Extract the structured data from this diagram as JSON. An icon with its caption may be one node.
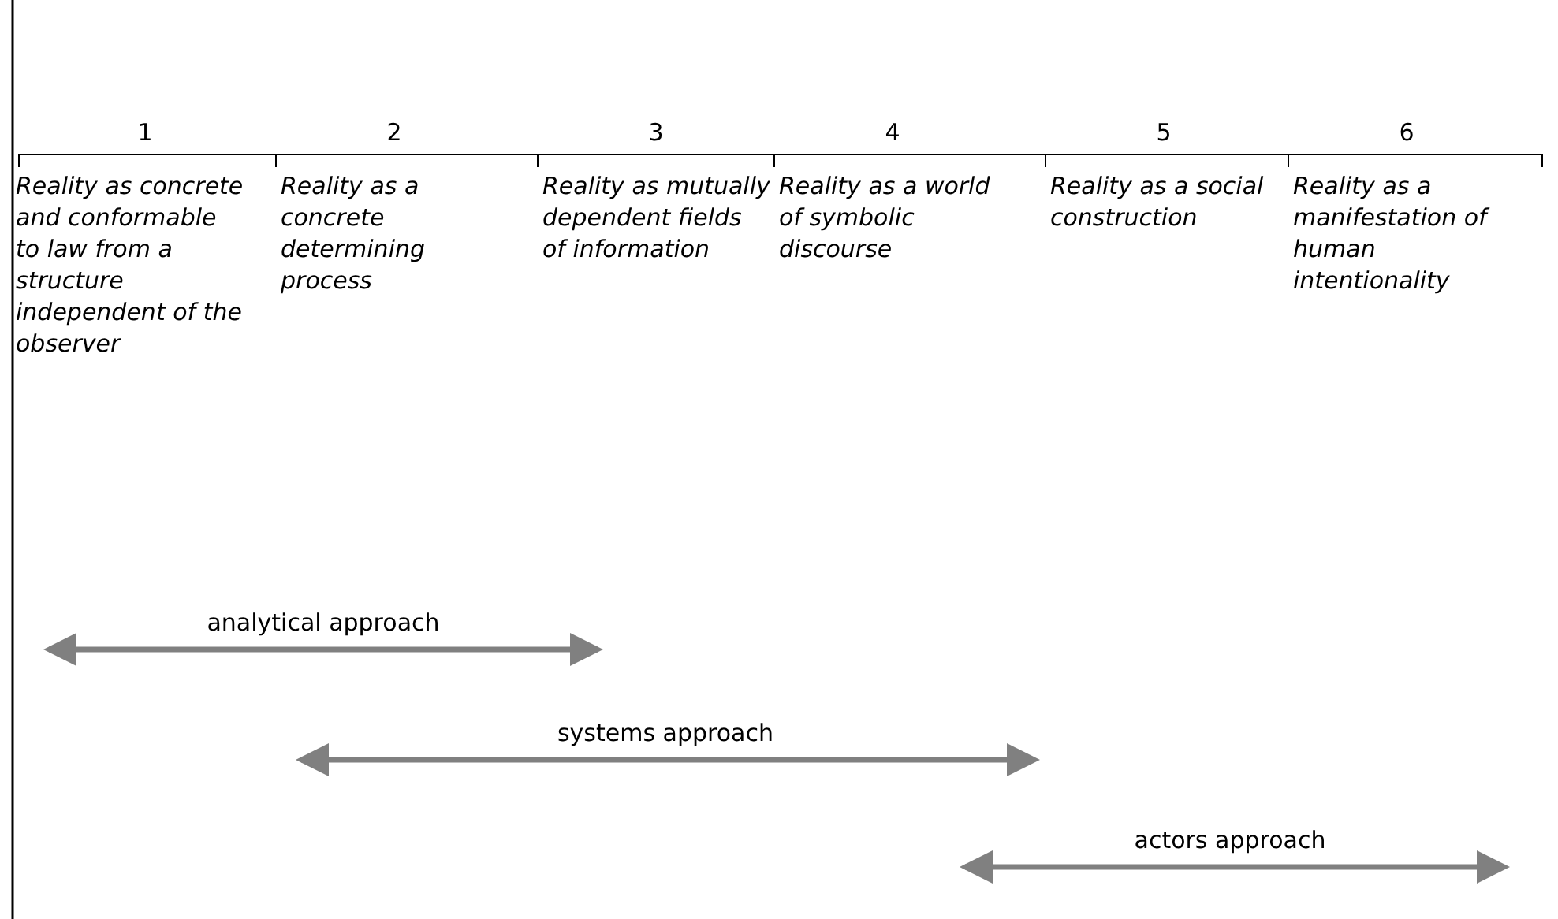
{
  "diagram": {
    "labels": [
      "1",
      "2",
      "3",
      "4",
      "5",
      "6",
      "Reality as concrete and conformable to law from a structure independent of the observer",
      "Reality as a concrete determining process",
      "Reality as mutually dependent fields of information",
      "Reality as a world of symbolic discourse",
      "Reality as a social construction",
      "Reality as a manifestation of human intentionality",
      "analytical approach",
      "systems approach",
      "actors approach"
    ]
  }
}
